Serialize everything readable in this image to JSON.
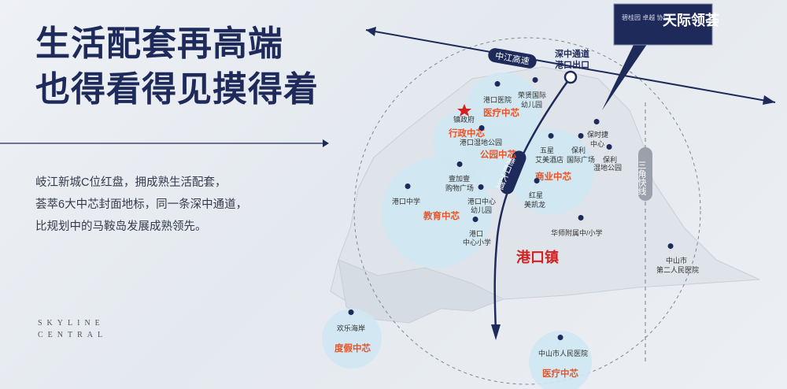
{
  "headline": {
    "line1": "生活配套再高端",
    "line2": "也得看得见摸得着"
  },
  "description": {
    "line1": "岐江新城C位红盘，拥成熟生活配套，",
    "line2": "荟萃6大中芯封面地标，同一条深中通道，",
    "line3": "比规划中的马鞍岛发展成熟领先。"
  },
  "brand": {
    "line1": "SKYLINE",
    "line2": "CENTRAL"
  },
  "project_callout": {
    "name": "天际领荟",
    "developers": "碧桂园 卓越 协信"
  },
  "roads": {
    "zhongjiang": "中江高速",
    "exit": "深中通道",
    "exit2": "港口出口",
    "gangkou_avenue": "港口大道",
    "sanjiao": "三角快线"
  },
  "district": "港口镇",
  "hubs": {
    "admin": "行政中芯",
    "medical": "医疗中芯",
    "park": "公园中芯",
    "business": "商业中芯",
    "education": "教育中芯",
    "resort": "度假中芯",
    "medical2": "医疗中芯"
  },
  "pois": {
    "hospital": "港口医院",
    "kindergarten1": "荣贤国际",
    "kindergarten1b": "幼儿园",
    "government": "镇政府",
    "wetland": "港口湿地公园",
    "hotel1": "五星",
    "hotel2": "艾美酒店",
    "poly1": "保利",
    "poly1b": "国际广场",
    "porsche1": "保时捷",
    "porsche2": "中心",
    "poly2": "保利",
    "poly2b": "湿地公园",
    "mall1": "壹加壹",
    "mall2": "购物广场",
    "middle": "港口中学",
    "kg2a": "港口中心",
    "kg2b": "幼儿园",
    "hongxing1": "红星",
    "hongxing2": "美凯龙",
    "primary1": "港口",
    "primary2": "中心小学",
    "huashi": "华师附属中/小学",
    "hosp2a": "中山市",
    "hosp2b": "第二人民医院",
    "beach": "欢乐海岸",
    "city_hospital": "中山市人民医院"
  },
  "colors": {
    "navy": "#1e2a5a",
    "orange": "#e8552a",
    "red": "#d42020",
    "bubble": "#cfe7f2"
  }
}
